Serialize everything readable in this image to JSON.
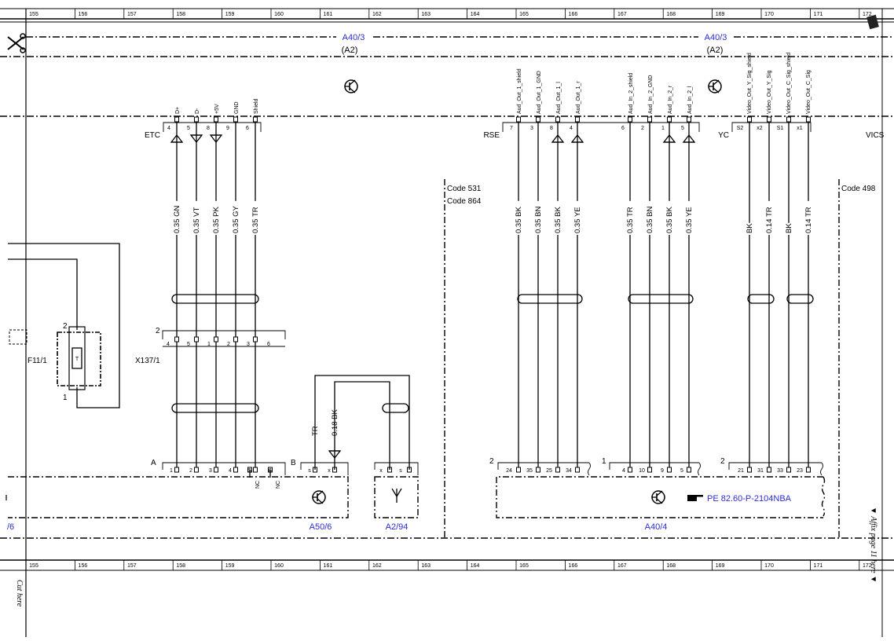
{
  "ruler": {
    "columns": [
      "155",
      "156",
      "157",
      "158",
      "159",
      "160",
      "161",
      "162",
      "163",
      "164",
      "165",
      "166",
      "167",
      "168",
      "169",
      "170",
      "171",
      "172"
    ]
  },
  "cut_here": "Cut here",
  "affix_here": "▼ Affix page 11 here ▼",
  "top_modules": [
    {
      "id": "A40/3",
      "sub": "(A2)"
    },
    {
      "id": "A40/3",
      "sub": "(A2)"
    }
  ],
  "connectors": {
    "etc": {
      "name": "ETC",
      "pins": [
        "D+",
        "D-",
        "+5V",
        "GND",
        "Shield"
      ],
      "numbers": [
        "4",
        "5",
        "8",
        "9",
        "6"
      ]
    },
    "rse": {
      "name": "RSE",
      "groups": [
        {
          "pins": [
            "Aud_Out_1_shield",
            "Aud_Out_1_GND",
            "Aud_Out_1_l",
            "Aud_Out_1_r"
          ],
          "numbers": [
            "7",
            "3",
            "8",
            "4"
          ]
        },
        {
          "pins": [
            "Aud_In_2_shield",
            "Aud_In_2_GND",
            "Aud_In_2_r",
            "Aud_In_2_l"
          ],
          "numbers": [
            "6",
            "2",
            "1",
            "5"
          ]
        }
      ]
    },
    "yc": {
      "name": "YC",
      "pins": [
        "Video_Out_Y_Sig_shield",
        "Video_Out_Y_Sig",
        "Video_Out_C_Sig_shield",
        "Video_Out_C_Sig"
      ],
      "numbers": [
        "S2",
        "x2",
        "S1",
        "x1"
      ]
    },
    "vics": {
      "name": "VICS"
    }
  },
  "wires": {
    "etc": [
      "0.35 GN",
      "0.35 VT",
      "0.35 PK",
      "0.35 GY",
      "0.35 TR"
    ],
    "rse1": [
      "0.35 BK",
      "0.35 BN",
      "0.35 BK",
      "0.35 YE"
    ],
    "rse2": [
      "0.35 TR",
      "0.35 BN",
      "0.35 BK",
      "0.35 YE"
    ],
    "yc": [
      "BK",
      "0.14 TR",
      "BK",
      "0.14 TR"
    ],
    "a50": [
      "TR",
      "0.18 BK"
    ]
  },
  "codes": {
    "left": [
      "Code 531",
      "Code 864"
    ],
    "right": "Code 498"
  },
  "x137": {
    "name": "X137/1",
    "index": "2",
    "pins": [
      "4",
      "5",
      "1",
      "2",
      "3",
      "6"
    ]
  },
  "fuse": {
    "name": "F11/1",
    "top": "2",
    "bottom": "1",
    "symbol": "T"
  },
  "a50_6": {
    "name": "A50/6",
    "group": "A",
    "pins": [
      "1",
      "2",
      "3",
      "4",
      "5",
      "6"
    ],
    "nc": [
      "NC",
      "NC"
    ],
    "group_b": "B",
    "pins_b": [
      "s",
      "x"
    ]
  },
  "a2_94": {
    "name": "A2/94",
    "pins": [
      "x",
      "s"
    ]
  },
  "a40_4": {
    "name": "A40/4",
    "ref": "PE 82.60-P-2104NBA",
    "groups": [
      {
        "index": "2",
        "pins": [
          "24",
          "35",
          "25",
          "34"
        ]
      },
      {
        "index": "1",
        "pins": [
          "4",
          "10",
          "9",
          "5"
        ]
      },
      {
        "index": "2",
        "pins": [
          "21",
          "31",
          "33",
          "23"
        ]
      }
    ]
  },
  "left_fragment": "/6",
  "colors": {
    "link": "#2b2bd6",
    "line": "#000000"
  }
}
